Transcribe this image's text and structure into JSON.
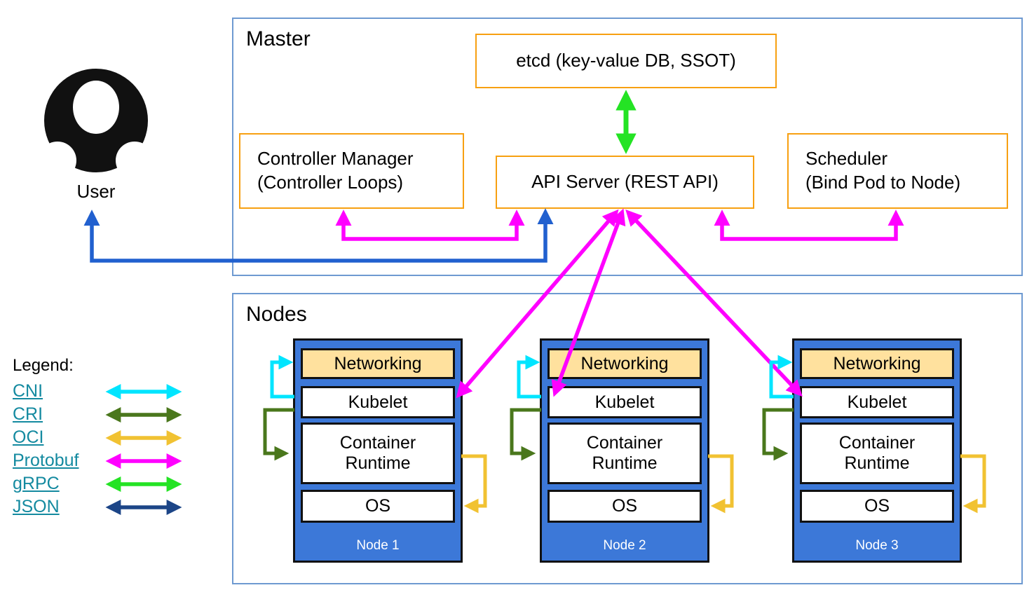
{
  "user": {
    "label": "User"
  },
  "master": {
    "title": "Master",
    "etcd_label": "etcd (key-value DB, SSOT)",
    "controller_manager": {
      "line1": "Controller Manager",
      "line2": "(Controller Loops)"
    },
    "api_server_label": "API Server (REST API)",
    "scheduler": {
      "line1": "Scheduler",
      "line2": "(Bind Pod to Node)"
    }
  },
  "nodes_section": {
    "title": "Nodes",
    "layers": {
      "networking": "Networking",
      "kubelet": "Kubelet",
      "container_runtime": "Container Runtime",
      "os": "OS"
    },
    "items": [
      {
        "name": "Node 1"
      },
      {
        "name": "Node 2"
      },
      {
        "name": "Node 3"
      }
    ]
  },
  "legend": {
    "title": "Legend:",
    "items": [
      {
        "label": "CNI",
        "color": "#00e5ff"
      },
      {
        "label": "CRI",
        "color": "#4a771c"
      },
      {
        "label": "OCI",
        "color": "#f1c232"
      },
      {
        "label": "Protobuf",
        "color": "#ff00ff"
      },
      {
        "label": "gRPC",
        "color": "#24e324"
      },
      {
        "label": "JSON",
        "color": "#1c4587"
      }
    ]
  },
  "colors": {
    "section_border": "#6e9ad1",
    "component_border": "#f7a011",
    "node_fill": "#3c78d8",
    "networking_fill": "#ffe19e",
    "user_json_arrow": "#2160cf",
    "link_text": "#148aa0"
  }
}
